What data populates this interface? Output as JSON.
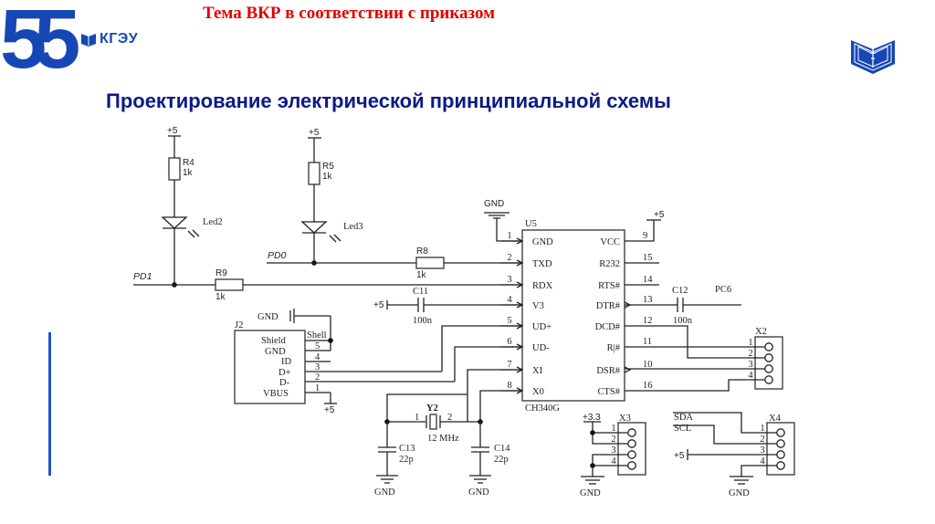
{
  "header": {
    "logo_number": "55",
    "logo_org": "КГЭУ",
    "topic": "Тема ВКР в соответствии с приказом",
    "title": "Проектирование электрической принципиальной схемы"
  },
  "colors": {
    "brand_blue": "#1747b5",
    "topic_red": "#e00000",
    "title_navy": "#0d1a86",
    "accent_bar": "#2155c4"
  },
  "schematic": {
    "power": {
      "p5": "+5",
      "p33": "+3.3",
      "gnd": "GND"
    },
    "leds": [
      {
        "ref": "R4",
        "value": "1k",
        "led": "Led2",
        "net": "PD1"
      },
      {
        "ref": "R5",
        "value": "1k",
        "led": "Led3",
        "net": "PD0"
      }
    ],
    "resistors": [
      {
        "ref": "R8",
        "value": "1k"
      },
      {
        "ref": "R9",
        "value": "1k"
      }
    ],
    "caps": [
      {
        "ref": "C11",
        "value": "100n"
      },
      {
        "ref": "C12",
        "value": "100n"
      },
      {
        "ref": "C13",
        "value": "22p"
      },
      {
        "ref": "C14",
        "value": "22p"
      }
    ],
    "net_pc6": "PC6",
    "crystal": {
      "ref": "Y2",
      "value": "12 MHz",
      "pin1": "1",
      "pin2": "2"
    },
    "u5": {
      "ref": "U5",
      "part": "CH340G",
      "left_pins": [
        {
          "num": "1",
          "name": "GND"
        },
        {
          "num": "2",
          "name": "TXD"
        },
        {
          "num": "3",
          "name": "RDX"
        },
        {
          "num": "4",
          "name": "V3"
        },
        {
          "num": "5",
          "name": "UD+"
        },
        {
          "num": "6",
          "name": "UD-"
        },
        {
          "num": "7",
          "name": "XI"
        },
        {
          "num": "8",
          "name": "X0"
        }
      ],
      "right_pins": [
        {
          "num": "9",
          "name": "VCC"
        },
        {
          "num": "15",
          "name": "R232"
        },
        {
          "num": "14",
          "name": "RTS#"
        },
        {
          "num": "13",
          "name": "DTR#"
        },
        {
          "num": "12",
          "name": "DCD#"
        },
        {
          "num": "11",
          "name": "R|#"
        },
        {
          "num": "10",
          "name": "DSR#"
        },
        {
          "num": "16",
          "name": "CTS#"
        }
      ]
    },
    "j2": {
      "ref": "J2",
      "gnd_label": "GND",
      "shell_label": "Shell",
      "pins": [
        {
          "num": "5",
          "name": "GND"
        },
        {
          "num": "4",
          "name": "ID"
        },
        {
          "num": "3",
          "name": "D+"
        },
        {
          "num": "2",
          "name": "D-"
        },
        {
          "num": "1",
          "name": "VBUS"
        }
      ],
      "shield_label": "Shield"
    },
    "x2": {
      "ref": "X2",
      "pins": [
        "1",
        "2",
        "3",
        "4"
      ]
    },
    "x3": {
      "ref": "X3",
      "pins": [
        "1",
        "2",
        "3",
        "4"
      ]
    },
    "x4": {
      "ref": "X4",
      "pins": [
        "1",
        "2",
        "3",
        "4"
      ],
      "sda": "SDA",
      "scl": "SCL"
    }
  }
}
